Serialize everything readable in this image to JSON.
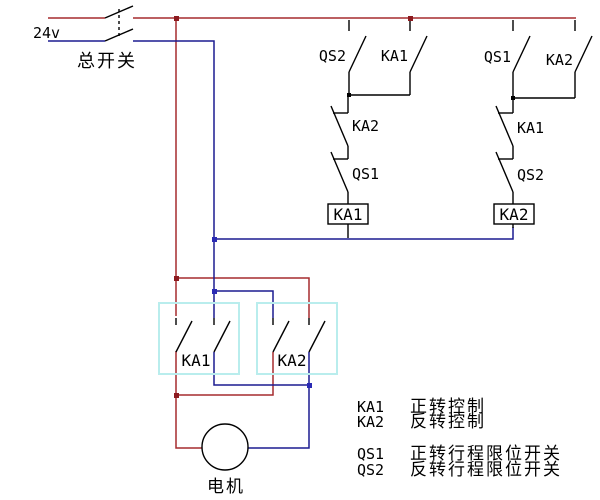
{
  "diagram": {
    "voltage_label": "24v",
    "main_switch_label": "总开关",
    "motor_label": "电机"
  },
  "top_contacts": {
    "qs2": "QS2",
    "ka1": "KA1",
    "qs1": "QS1",
    "ka2": "KA2"
  },
  "left_branch": {
    "nc_contact_1": "KA2",
    "nc_contact_2": "QS1",
    "coil": "KA1"
  },
  "right_branch": {
    "nc_contact_1": "KA1",
    "nc_contact_2": "QS2",
    "coil": "KA2"
  },
  "power_contact_groups": {
    "left_group": "KA1",
    "right_group": "KA2"
  },
  "legend": {
    "rows": [
      {
        "key": "KA1",
        "desc": "正转控制"
      },
      {
        "key": "KA2",
        "desc": "反转控制"
      },
      {
        "key": "QS1",
        "desc": "正转行程限位开关"
      },
      {
        "key": "QS2",
        "desc": "反转行程限位开关"
      }
    ]
  },
  "colors": {
    "positive_wire": "#a62b2e",
    "positive_node": "#8c1a1f",
    "negative_wire": "#1c1c90",
    "negative_node": "#2a2ab4",
    "contact_line": "#000000",
    "group_box_border": "#b9eded"
  }
}
